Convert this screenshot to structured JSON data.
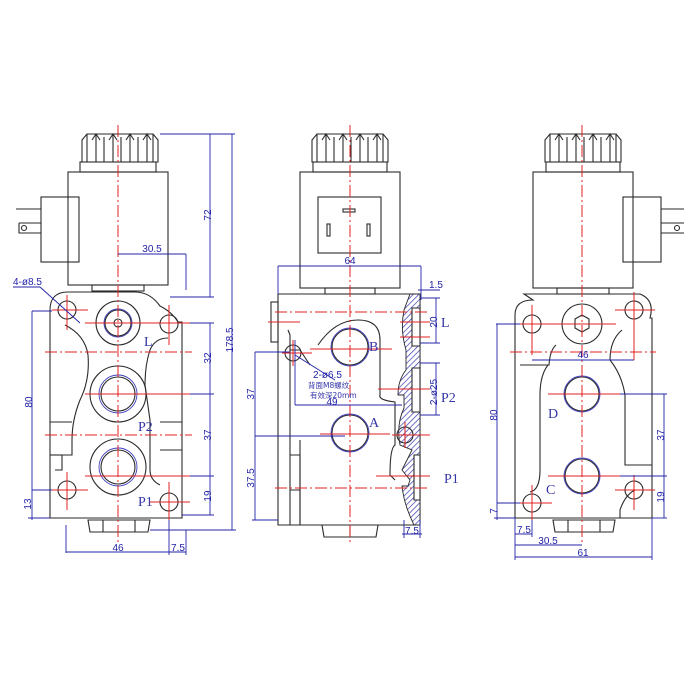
{
  "drawing": {
    "title": "Solenoid directional valve - three-view dimensioned drawing",
    "views": [
      "left-side-view",
      "front-view",
      "right-side-view"
    ]
  },
  "left_view": {
    "dims": {
      "overall_height": "178.5",
      "coil_height": "72",
      "coil_offset": "30.5",
      "mount_holes": "4-ø8.5",
      "port_L_to_P2": "32",
      "P2_to_P1": "37",
      "P1_to_bottom": "19",
      "height_80": "80",
      "bottom_13": "13",
      "width_46": "46",
      "edge_7_5": "7.5"
    },
    "ports": {
      "L": "L",
      "P2": "P2",
      "P1": "P1"
    }
  },
  "front_view": {
    "dims": {
      "width_64": "64",
      "offset_1_5": "1.5",
      "port_L_size": "20",
      "port_P2_size": "2-ø25",
      "hole_spacing_49": "49",
      "height_37": "37",
      "height_37_5": "37.5",
      "edge_7_5": "7.5"
    },
    "note": {
      "holes": "2-ø6.5",
      "thread": "背面M8螺纹",
      "depth": "有效深20mm"
    },
    "ports": {
      "B": "B",
      "A": "A",
      "L": "L",
      "P2": "P2",
      "P1": "P1"
    }
  },
  "right_view": {
    "dims": {
      "width_46": "46",
      "height_80": "80",
      "D_to_C": "37",
      "C_to_bottom": "19",
      "bottom_7": "7",
      "edge_7_5": "7.5",
      "offset_30_5": "30.5",
      "overall_width_61": "61"
    },
    "ports": {
      "D": "D",
      "C": "C"
    }
  },
  "colors": {
    "outline": "#2a2a2a",
    "centerline": "#e02020",
    "dimension": "#2323a8",
    "background": "#ffffff"
  }
}
